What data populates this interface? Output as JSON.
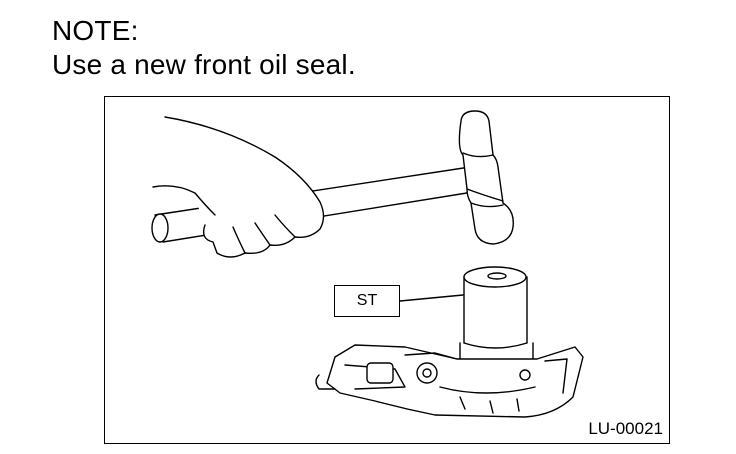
{
  "note": {
    "heading": "NOTE:",
    "text": "Use a new front oil seal."
  },
  "figure": {
    "callout_label": "ST",
    "figure_id": "LU-00021",
    "icons": [
      "hand-icon",
      "hammer-icon",
      "installer-tool-icon",
      "transmission-housing-icon"
    ]
  }
}
